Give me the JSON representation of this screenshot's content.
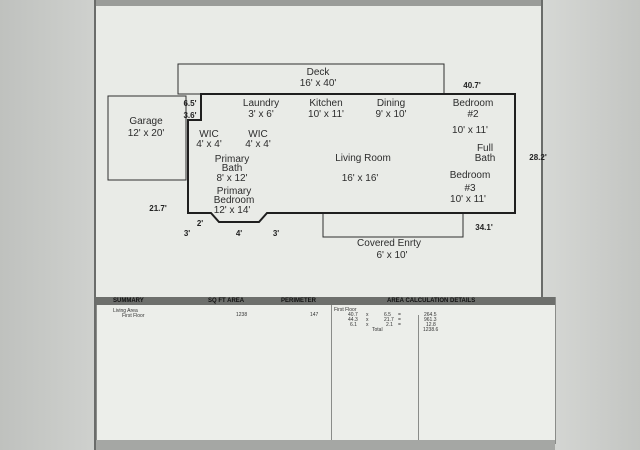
{
  "plan": {
    "rooms": {
      "deck": {
        "name": "Deck",
        "size": "16' x 40'"
      },
      "garage": {
        "name": "Garage",
        "size": "12' x 20'"
      },
      "laundry": {
        "name": "Laundry",
        "size": "3' x 6'"
      },
      "kitchen": {
        "name": "Kitchen",
        "size": "10' x 11'"
      },
      "dining": {
        "name": "Dining",
        "size": "9' x 10'"
      },
      "bedroom2": {
        "name": "Bedroom",
        "number": "#2",
        "size": "10' x 11'"
      },
      "wic1": {
        "name": "WIC",
        "size": "4' x 4'"
      },
      "wic2": {
        "name": "WIC",
        "size": "4' x 4'"
      },
      "full_bath": {
        "name_line1": "Full",
        "name_line2": "Bath"
      },
      "primary_bath": {
        "name_line1": "Primary",
        "name_line2": "Bath",
        "size": "8' x 12'"
      },
      "living_room": {
        "name": "Living Room",
        "size": "16' x 16'"
      },
      "bedroom3": {
        "name": "Bedroom",
        "number": "#3",
        "size": "10' x 11'"
      },
      "primary_bedroom": {
        "name_line1": "Primary",
        "name_line2": "Bedroom",
        "size": "12' x 14'"
      },
      "covered_entry": {
        "name": "Covered Enrty",
        "size": "6' x 10'"
      }
    },
    "dimensions": {
      "d_40_7": "40.7'",
      "d_6_5": "6.5'",
      "d_3_6": "3.6'",
      "d_28_2": "28.2'",
      "d_21_7": "21.7'",
      "d_2": "2'",
      "d_3_left": "3'",
      "d_4": "4'",
      "d_3_right": "3'",
      "d_34_1": "34.1'"
    }
  },
  "summary": {
    "headers": {
      "summary": "SUMMARY",
      "sq_ft_area": "SQ FT AREA",
      "perimeter": "PERIMETER",
      "area_calc": "AREA CALCULATION DETAILS"
    },
    "rows": {
      "living_area": "Living Area",
      "first_floor": "First Floor",
      "area": "1238",
      "perimeter": "147"
    },
    "calc": {
      "title": "First Floor",
      "lines": [
        {
          "a": "40.7",
          "op": "x",
          "b": "6.5",
          "eq": "=",
          "r": "264.5"
        },
        {
          "a": "44.3",
          "op": "x",
          "b": "21.7",
          "eq": "=",
          "r": "961.3"
        },
        {
          "a": "6.1",
          "op": "x",
          "b": "2.1",
          "eq": "=",
          "r": "12.8"
        }
      ],
      "total_label": "Total",
      "total_value": "1238.6"
    }
  },
  "colors": {
    "line": "#2f2f2f",
    "header_bar": "#6d6f6c",
    "sheet": "#e9ebe7"
  }
}
